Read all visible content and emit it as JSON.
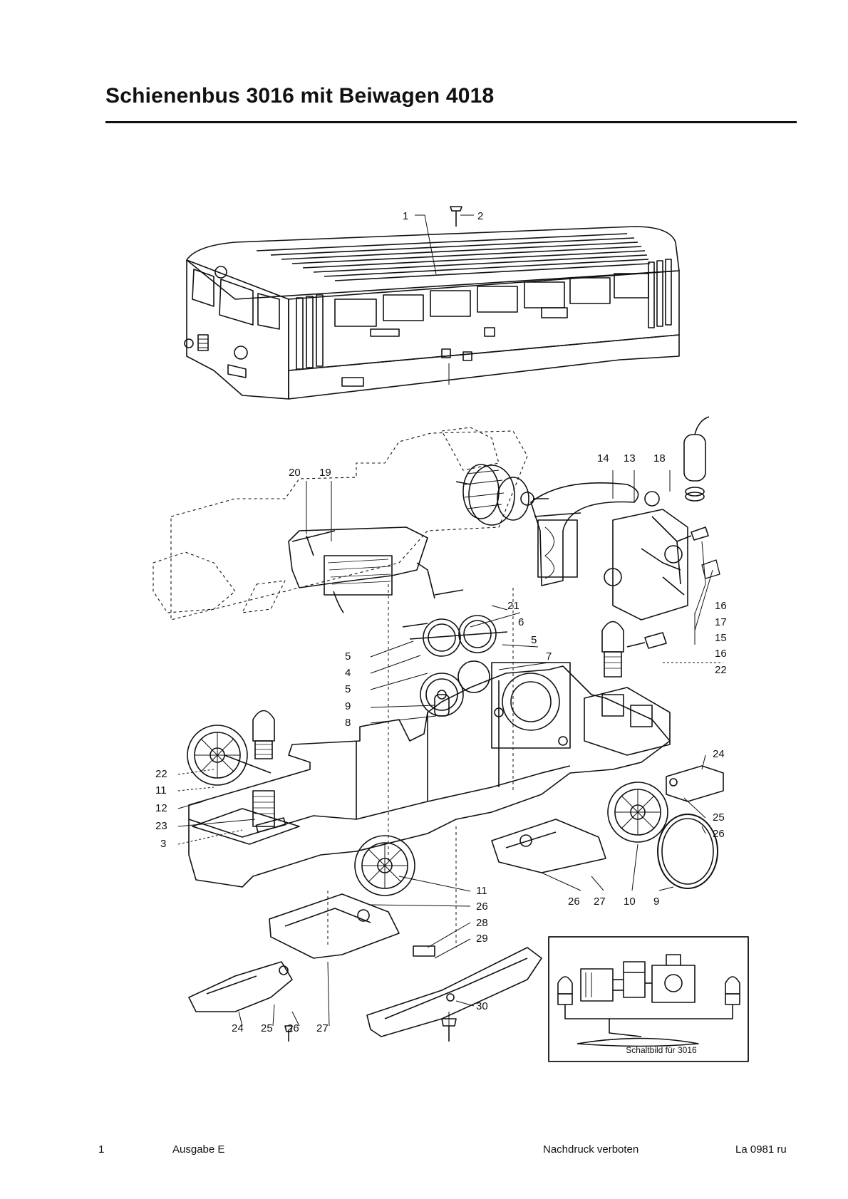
{
  "title": "Schienenbus 3016 mit Beiwagen 4018",
  "footer": {
    "page_number": "1",
    "edition": "Ausgabe E",
    "notice": "Nachdruck verboten",
    "code": "La 0981 ru"
  },
  "schematic": {
    "caption": "Schaltbild für 3016"
  },
  "callouts": [
    "1",
    "2",
    "14",
    "13",
    "18",
    "20",
    "19",
    "16",
    "17",
    "15",
    "16",
    "22",
    "21",
    "6",
    "5",
    "7",
    "5",
    "4",
    "5",
    "9",
    "8",
    "22",
    "11",
    "12",
    "23",
    "3",
    "24",
    "25",
    "26",
    "11",
    "26",
    "28",
    "29",
    "26",
    "27",
    "10",
    "9",
    "30",
    "24",
    "25",
    "26",
    "27"
  ]
}
